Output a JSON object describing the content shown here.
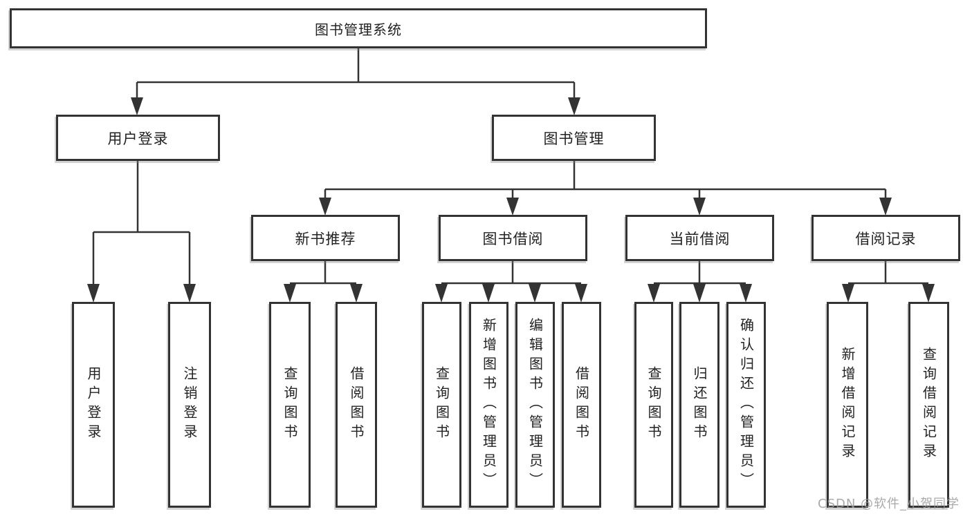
{
  "diagram": {
    "root": {
      "label": "图书管理系统"
    },
    "level2": [
      {
        "label": "用户登录"
      },
      {
        "label": "图书管理"
      }
    ],
    "level3": [
      {
        "label": "新书推荐"
      },
      {
        "label": "图书借阅"
      },
      {
        "label": "当前借阅"
      },
      {
        "label": "借阅记录"
      }
    ],
    "leaf_groups": {
      "user_login": [
        "用户登录",
        "注销登录"
      ],
      "new_book_recommendation": [
        "查询图书",
        "借阅图书"
      ],
      "book_borrowing": [
        "查询图书",
        "新增图书（管理员）",
        "编辑图书（管理员）",
        "借阅图书"
      ],
      "current_borrowing": [
        "查询图书",
        "归还图书",
        "确认归还（管理员）"
      ],
      "borrowing_records": [
        "新增借阅记录",
        "查询借阅记录"
      ]
    },
    "watermark": "CSDN @软件_小贺同学",
    "colors": {
      "line": "#333333",
      "text": "#222222",
      "watermark": "#9b9b9b",
      "background": "#ffffff"
    }
  }
}
